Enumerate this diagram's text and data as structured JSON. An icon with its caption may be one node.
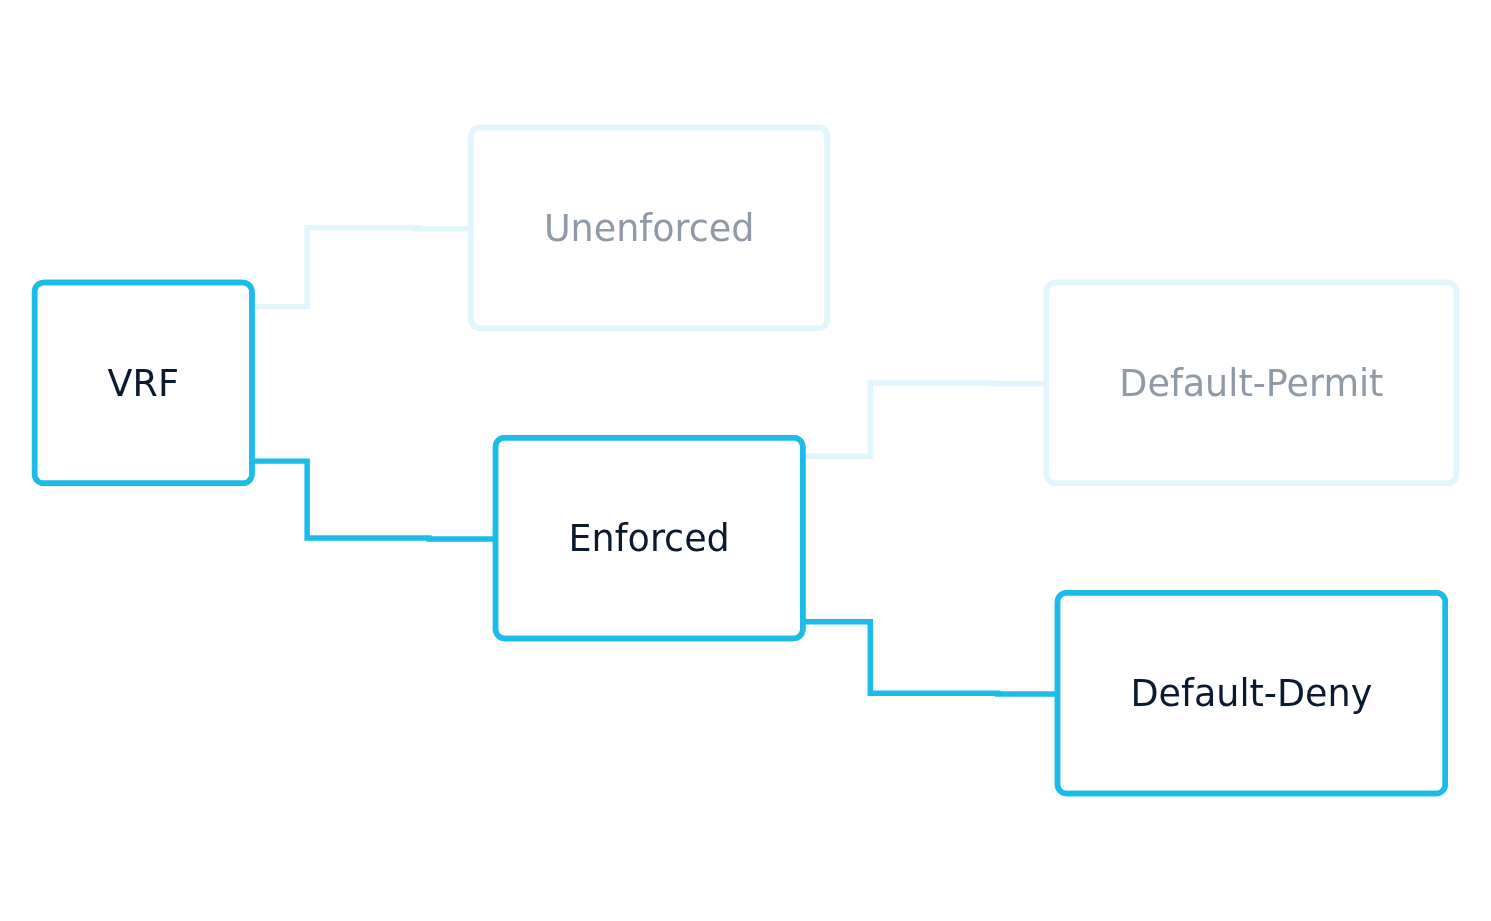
{
  "diagram": {
    "nodes": [
      {
        "text": [
          "VRF"
        ]
      },
      {
        "text": [
          "Unenforced"
        ]
      },
      {
        "text": [
          "Enforced"
        ]
      },
      {
        "text": [
          "Default-Permit"
        ]
      },
      {
        "text": [
          "Default-Deny"
        ]
      }
    ],
    "edges": [
      {
        "from": 0,
        "to": 1,
        "arrow": "none",
        "color": "#e1f5fc"
      },
      {
        "from": 0,
        "to": 2,
        "arrow": "none",
        "color": "#1bbde8"
      },
      {
        "from": 2,
        "to": 3,
        "arrow": "none",
        "color": "#e1f5fc"
      },
      {
        "from": 2,
        "to": 4,
        "arrow": "none",
        "color": "#1bbde8"
      }
    ]
  }
}
